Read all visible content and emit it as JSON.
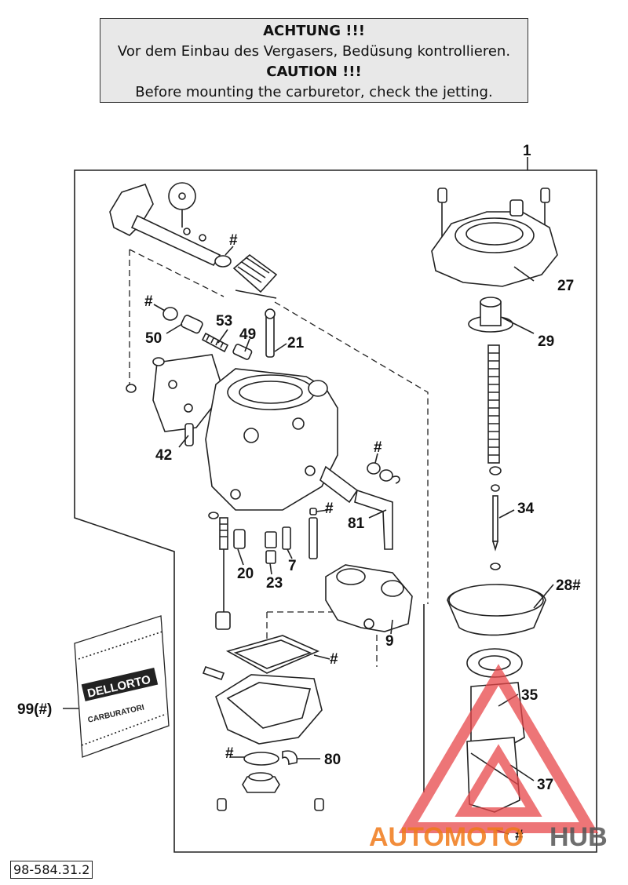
{
  "notice": {
    "line1": "ACHTUNG !!!",
    "line2": "Vor dem Einbau des Vergasers, Bedüsung kontrollieren.",
    "line3": "CAUTION !!!",
    "line4": "Before mounting the carburetor, check the jetting."
  },
  "callouts": {
    "c1": "1",
    "c27": "27",
    "c29": "29",
    "c34": "34",
    "c28": "28#",
    "c35": "35",
    "c37": "37",
    "c53": "53",
    "c49": "49",
    "c21": "21",
    "c50": "50",
    "c42": "42",
    "c81": "81",
    "c20": "20",
    "c23": "23",
    "c7": "7",
    "c9": "9",
    "c99": "99(#)",
    "c80": "80",
    "h1": "#",
    "h2": "#",
    "h3": "#",
    "h4": "#",
    "h5": "#",
    "h6": "#",
    "h7": "#"
  },
  "packet": {
    "brand_text": "DELLORTO",
    "sub_text": "CARBURATORI"
  },
  "document_number": "98-584.31.2",
  "watermark": {
    "part1": "AUTOMOTO",
    "part2": "HUB",
    "color_primary": "#f07a1a",
    "color_secondary": "#555555",
    "triangle_color": "#e8474a"
  }
}
